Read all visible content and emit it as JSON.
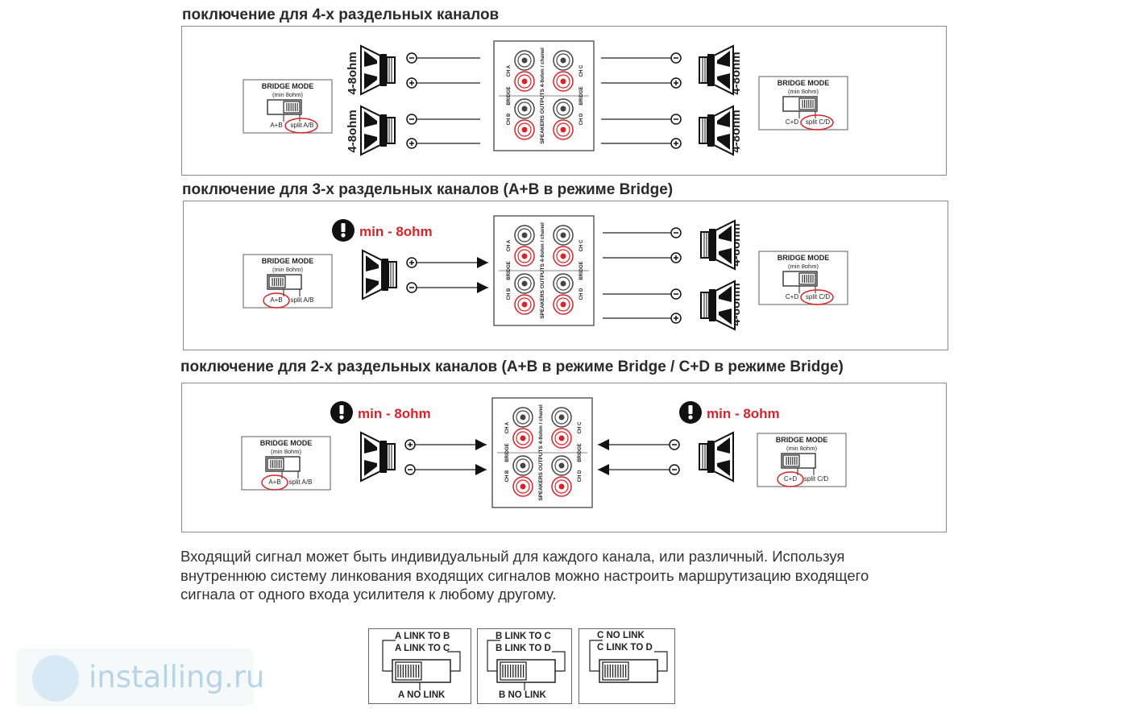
{
  "sections": [
    {
      "title": "поключение для 4-х раздельных каналов",
      "impedance_labels": [
        "4-8ohm",
        "4-8ohm",
        "4-8ohm",
        "4-8ohm"
      ],
      "left_mode": {
        "title": "BRIDGE MODE",
        "sub": "(min 8ohm)",
        "opt1": "A+B",
        "opt2": "split A/B",
        "selected": "split A/B"
      },
      "right_mode": {
        "title": "BRIDGE MODE",
        "sub": "(min 8ohm)",
        "opt1": "C+D",
        "opt2": "split C/D",
        "selected": "split C/D"
      }
    },
    {
      "title": "поключение для 3-х раздельных каналов (A+B в режиме Bridge)",
      "warning": "min - 8ohm",
      "impedance_labels": [
        "4-8ohm",
        "4-8ohm"
      ],
      "left_mode": {
        "title": "BRIDGE MODE",
        "sub": "(min 8ohm)",
        "opt1": "A+B",
        "opt2": "split A/B",
        "selected": "A+B"
      },
      "right_mode": {
        "title": "BRIDGE MODE",
        "sub": "(min 8ohm)",
        "opt1": "C+D",
        "opt2": "split C/D",
        "selected": "split C/D"
      }
    },
    {
      "title": "поключение для 2-х раздельных каналов (A+B в режиме Bridge / C+D в режиме Bridge)",
      "warning_left": "min - 8ohm",
      "warning_right": "min - 8ohm",
      "left_mode": {
        "title": "BRIDGE MODE",
        "sub": "(min 8ohm)",
        "opt1": "A+B",
        "opt2": "split A/B",
        "selected": "A+B"
      },
      "right_mode": {
        "title": "BRIDGE MODE",
        "sub": "(min 8ohm)",
        "opt1": "C+D",
        "opt2": "split C/D",
        "selected": "C+D"
      }
    }
  ],
  "amp": {
    "outputs_label": "SPEAKERS OUTPUTS 4-8ohm / chanel",
    "ch_a": "CH A",
    "ch_b": "CH B",
    "ch_c": "CH C",
    "ch_d": "CH D",
    "bridge": "BRIDGE"
  },
  "description": [
    "Входящий сигнал может быть индивидуальный для каждого канала, или различный. Используя",
    "внутреннюю систему линкования входящих сигналов можно настроить маршрутизацию входящего",
    "сигнала от одного входа усилителя к любому другому."
  ],
  "link_switches": [
    {
      "top1": "A LINK TO B",
      "top2": "A LINK TO C",
      "bottom": "A  NO LINK"
    },
    {
      "top1": "B LINK TO C",
      "top2": "B LINK TO D",
      "bottom": "B  NO LINK"
    },
    {
      "top1": "C NO LINK",
      "top2": "C LINK TO D",
      "bottom": ""
    }
  ],
  "watermark": {
    "text": "installing.ru"
  },
  "colors": {
    "accent_red": "#d8232a",
    "border": "#8a8a8a",
    "text": "#2a2a2a"
  }
}
